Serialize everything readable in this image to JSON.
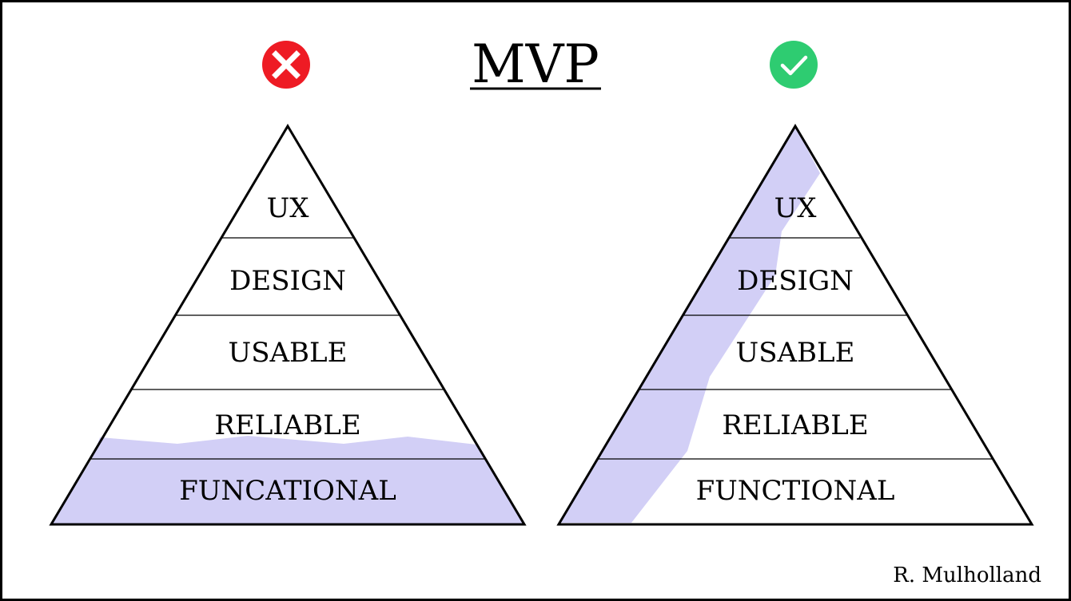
{
  "title": "MVP",
  "credit": "R. Mulholland",
  "colors": {
    "fill": "#d2cff6",
    "wrong": "#ee1b24",
    "right": "#2ecc71",
    "ink": "#000000"
  },
  "pyramids": [
    {
      "status": "wrong",
      "status_icon": "x-circle-icon",
      "layers": [
        {
          "label": "UX"
        },
        {
          "label": "DESIGN"
        },
        {
          "label": "USABLE"
        },
        {
          "label": "RELIABLE"
        },
        {
          "label": "FUNCATIONAL"
        }
      ]
    },
    {
      "status": "right",
      "status_icon": "check-circle-icon",
      "layers": [
        {
          "label": "UX"
        },
        {
          "label": "DESIGN"
        },
        {
          "label": "USABLE"
        },
        {
          "label": "RELIABLE"
        },
        {
          "label": "FUNCTIONAL"
        }
      ]
    }
  ]
}
